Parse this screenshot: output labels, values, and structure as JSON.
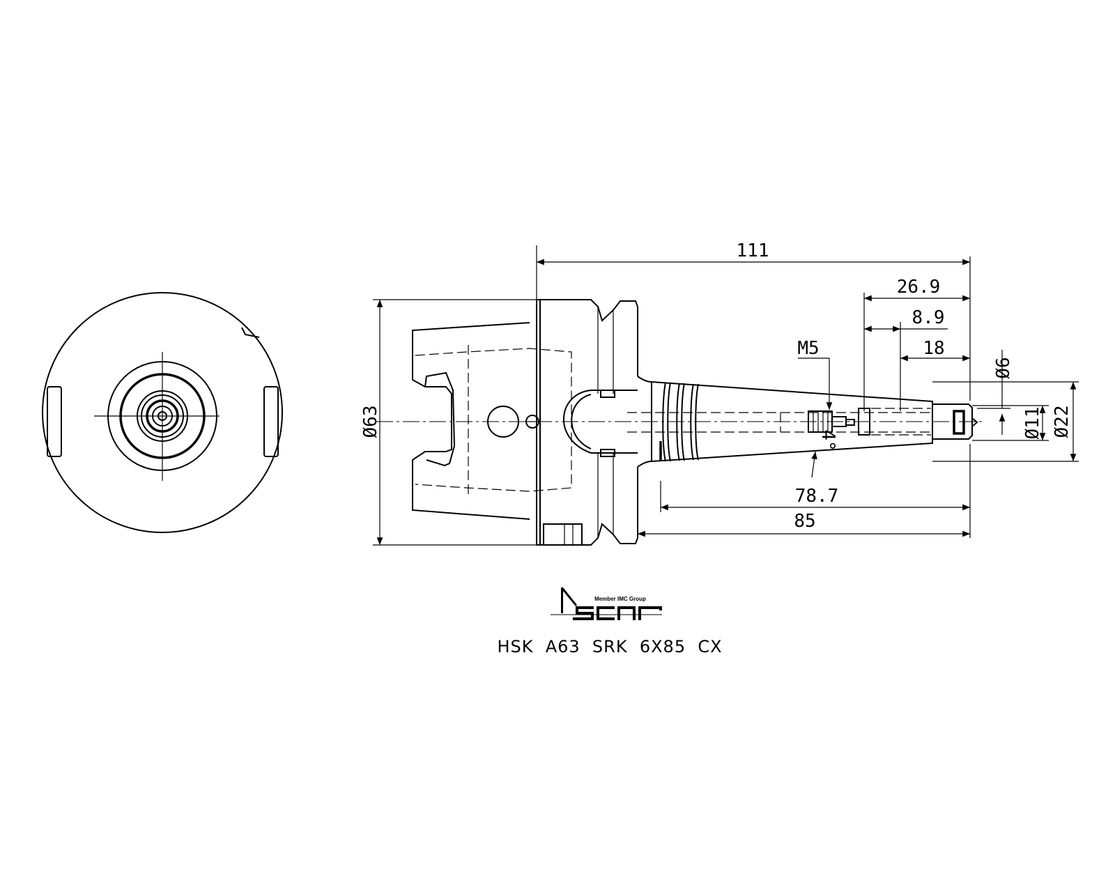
{
  "dimensions": {
    "overall_length": "111",
    "d1": "26.9",
    "d2": "8.9",
    "d3": "18",
    "thread": "M5",
    "dia_small": "Ø6",
    "dia_mid": "Ø11",
    "dia_large": "Ø22",
    "dia_flange": "Ø63",
    "taper_angle": "4°",
    "len_taper": "78.7",
    "len_gauge": "85"
  },
  "logo": {
    "tagline": "Member IMC Group",
    "brand": "iscar"
  },
  "designation": "HSK  A63  SRK  6X85  CX"
}
